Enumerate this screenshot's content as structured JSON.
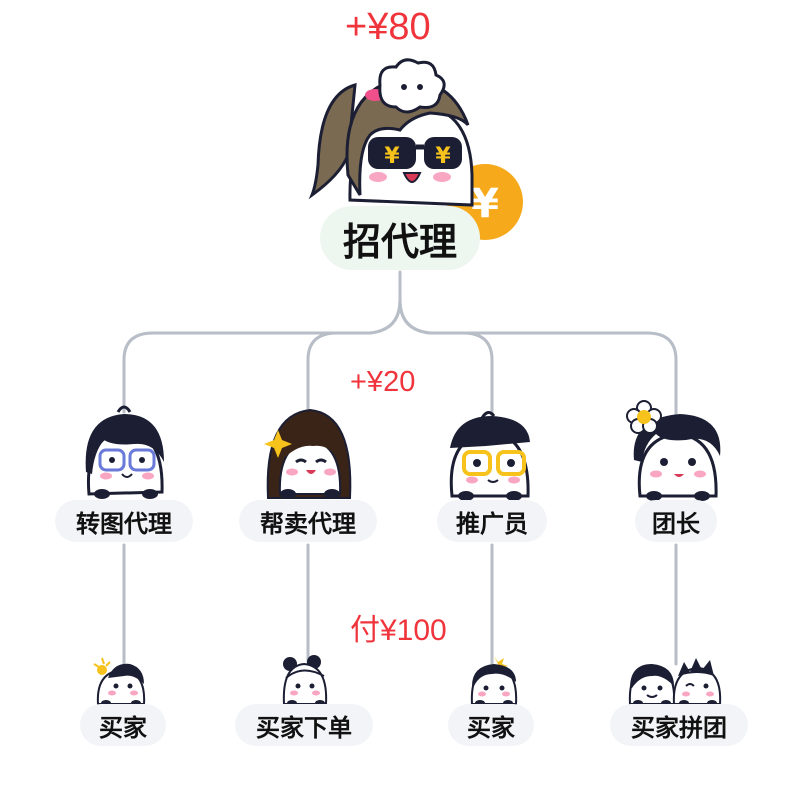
{
  "amounts": {
    "root": "+¥80",
    "middle": "+¥20",
    "bottom": "付¥100"
  },
  "root": {
    "label": "招代理",
    "coin_symbol": "¥",
    "glasses_symbol": "¥"
  },
  "agents": [
    {
      "label": "转图代理"
    },
    {
      "label": "帮卖代理"
    },
    {
      "label": "推广员"
    },
    {
      "label": "团长"
    }
  ],
  "buyers": [
    {
      "label": "买家"
    },
    {
      "label": "买家下单"
    },
    {
      "label": "买家"
    },
    {
      "label": "买家拼团"
    }
  ],
  "colors": {
    "money": "#f0343c",
    "line": "#b8bec7",
    "pill_bg": "#f2f4f7",
    "root_pill_bg": "#edf7ef",
    "coin": "#f6a91b",
    "dark": "#1c1f33"
  }
}
